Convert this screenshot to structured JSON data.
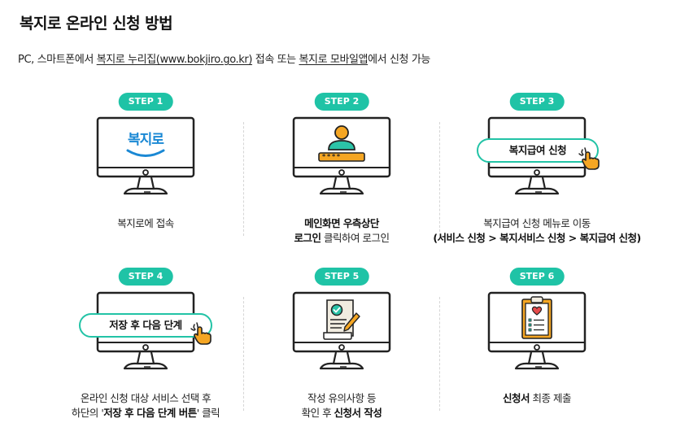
{
  "page": {
    "title": "복지로 온라인 신청 방법",
    "subtitle": {
      "pre": "PC, 스마트폰에서 ",
      "link1": "복지로 누리집(www.bokjiro.go.kr)",
      "mid": " 접속 또는 ",
      "link2": "복지로 모바일앱",
      "post": "에서 신청 가능"
    }
  },
  "colors": {
    "accent": "#1fc3a6",
    "highlight": "#c8f2ea",
    "monitor": "#222222"
  },
  "steps": [
    {
      "badge": "STEP 1",
      "icon": "bokjiro-logo-icon",
      "logo_text": "복지로",
      "line1_plain": "복지로에 접속",
      "line1_bold": "",
      "line2_plain": "",
      "line2_bold": ""
    },
    {
      "badge": "STEP 2",
      "icon": "user-login-icon",
      "password_mask": "* * * *",
      "line1_bold": "메인화면 우측상단",
      "line2_bold": "로그인",
      "line2_plain": " 클릭하여 로그인"
    },
    {
      "badge": "STEP 3",
      "icon": "click-hand-icon",
      "pill": "복지급여 신청",
      "line1_plain": "복지급여 신청 메뉴로 이동",
      "line2_bold": "(서비스 신청 > 복지서비스 신청 > 복지급여 신청)"
    },
    {
      "badge": "STEP 4",
      "icon": "click-hand-icon",
      "pill": "저장 후  다음 단계",
      "line1_plain": "온라인 신청 대상 서비스 선택 후",
      "line2_pre": "하단의 '",
      "line2_bold": "저장 후 다음 단계 버튼",
      "line2_post": "' 클릭"
    },
    {
      "badge": "STEP 5",
      "icon": "document-check-icon",
      "line1_plain": "작성 유의사항 등",
      "line2_pre": "확인 후 ",
      "line2_bold": "신청서 작성"
    },
    {
      "badge": "STEP 6",
      "icon": "clipboard-heart-icon",
      "line1_bold": "신청서",
      "line1_plain": " 최종 제출"
    }
  ]
}
